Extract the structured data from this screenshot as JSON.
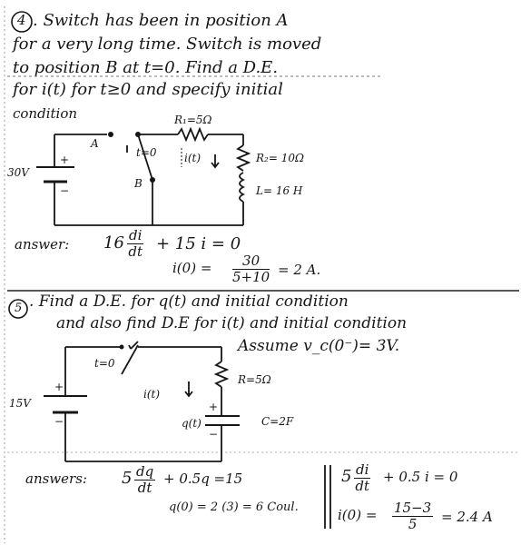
{
  "problem4": {
    "number": "4",
    "lines": [
      ". Switch has been in position A",
      "for a very long time. Switch is moved",
      "to position B at t=0. Find a D.E.",
      "for i(t) for t≥0 and specify initial",
      "condition"
    ],
    "labels": {
      "r1": "R₁=5Ω",
      "r2": "R₂= 10Ω",
      "l": "L= 16 H",
      "source": "30V",
      "a": "A",
      "b": "B",
      "switch": "t=0",
      "current": "i(t)",
      "plus": "+",
      "minus": "−"
    },
    "answer": {
      "label": "answer:",
      "coef": "16",
      "d_num": "di",
      "d_den": "dt",
      "rest": "+ 15 i = 0",
      "ic_left": "i(0) =",
      "ic_num": "30",
      "ic_den": "5+10",
      "ic_right": "= 2 A."
    }
  },
  "problem5": {
    "number": "5",
    "lines": [
      ". Find a D.E. for q(t) and initial condition",
      "and also find D.E for i(t) and initial condition",
      "Assume  v_c(0⁻)= 3V."
    ],
    "labels": {
      "switch": "t=0",
      "r": "R=5Ω",
      "current": "i(t)",
      "source": "15V",
      "q": "q(t)",
      "c": "C=2F",
      "plus": "+",
      "minus": "−"
    },
    "answer": {
      "label": "answers:",
      "coef1": "5",
      "d1_num": "dq",
      "d1_den": "dt",
      "rest1": "+ 0.5q =15",
      "ic1": "q(0) = 2 (3) = 6 Coul.",
      "coef2": "5",
      "d2_num": "di",
      "d2_den": "dt",
      "rest2": "+ 0.5 i = 0",
      "ic2_left": "i(0) =",
      "ic2_num": "15−3",
      "ic2_den": "5",
      "ic2_right": "= 2.4 A"
    }
  }
}
